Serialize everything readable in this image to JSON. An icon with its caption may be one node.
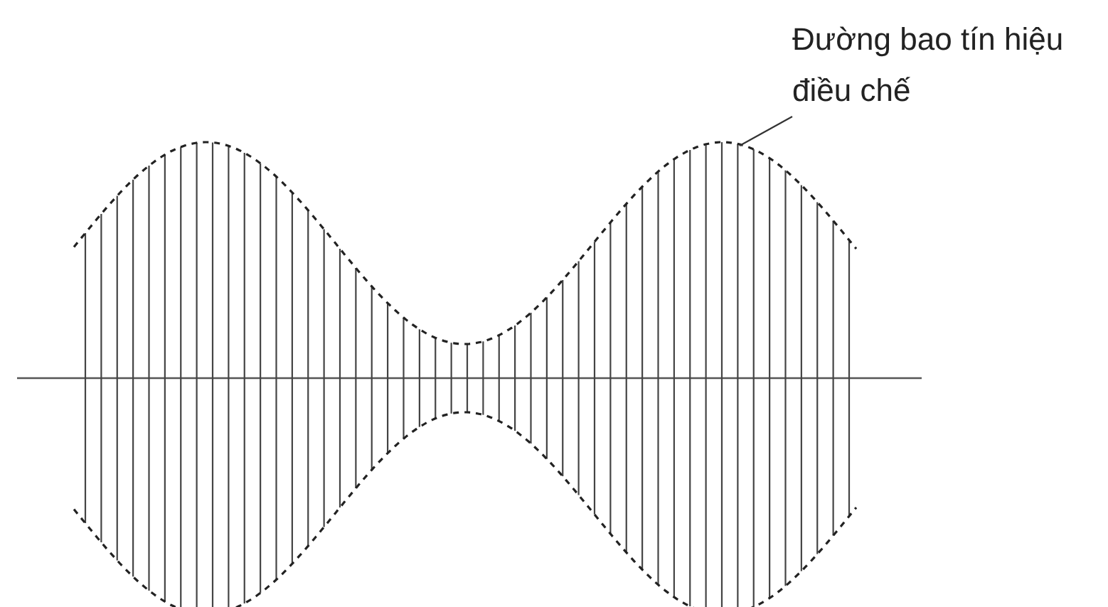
{
  "diagram": {
    "nodes": [
      {
        "text": [
          "Đường bao tín hiệu điều chế"
        ]
      },
      {
        "text": [],
        "shape": "curve"
      }
    ],
    "edges": [
      {
        "from": 0,
        "to": 1,
        "arrow": "none"
      }
    ]
  }
}
